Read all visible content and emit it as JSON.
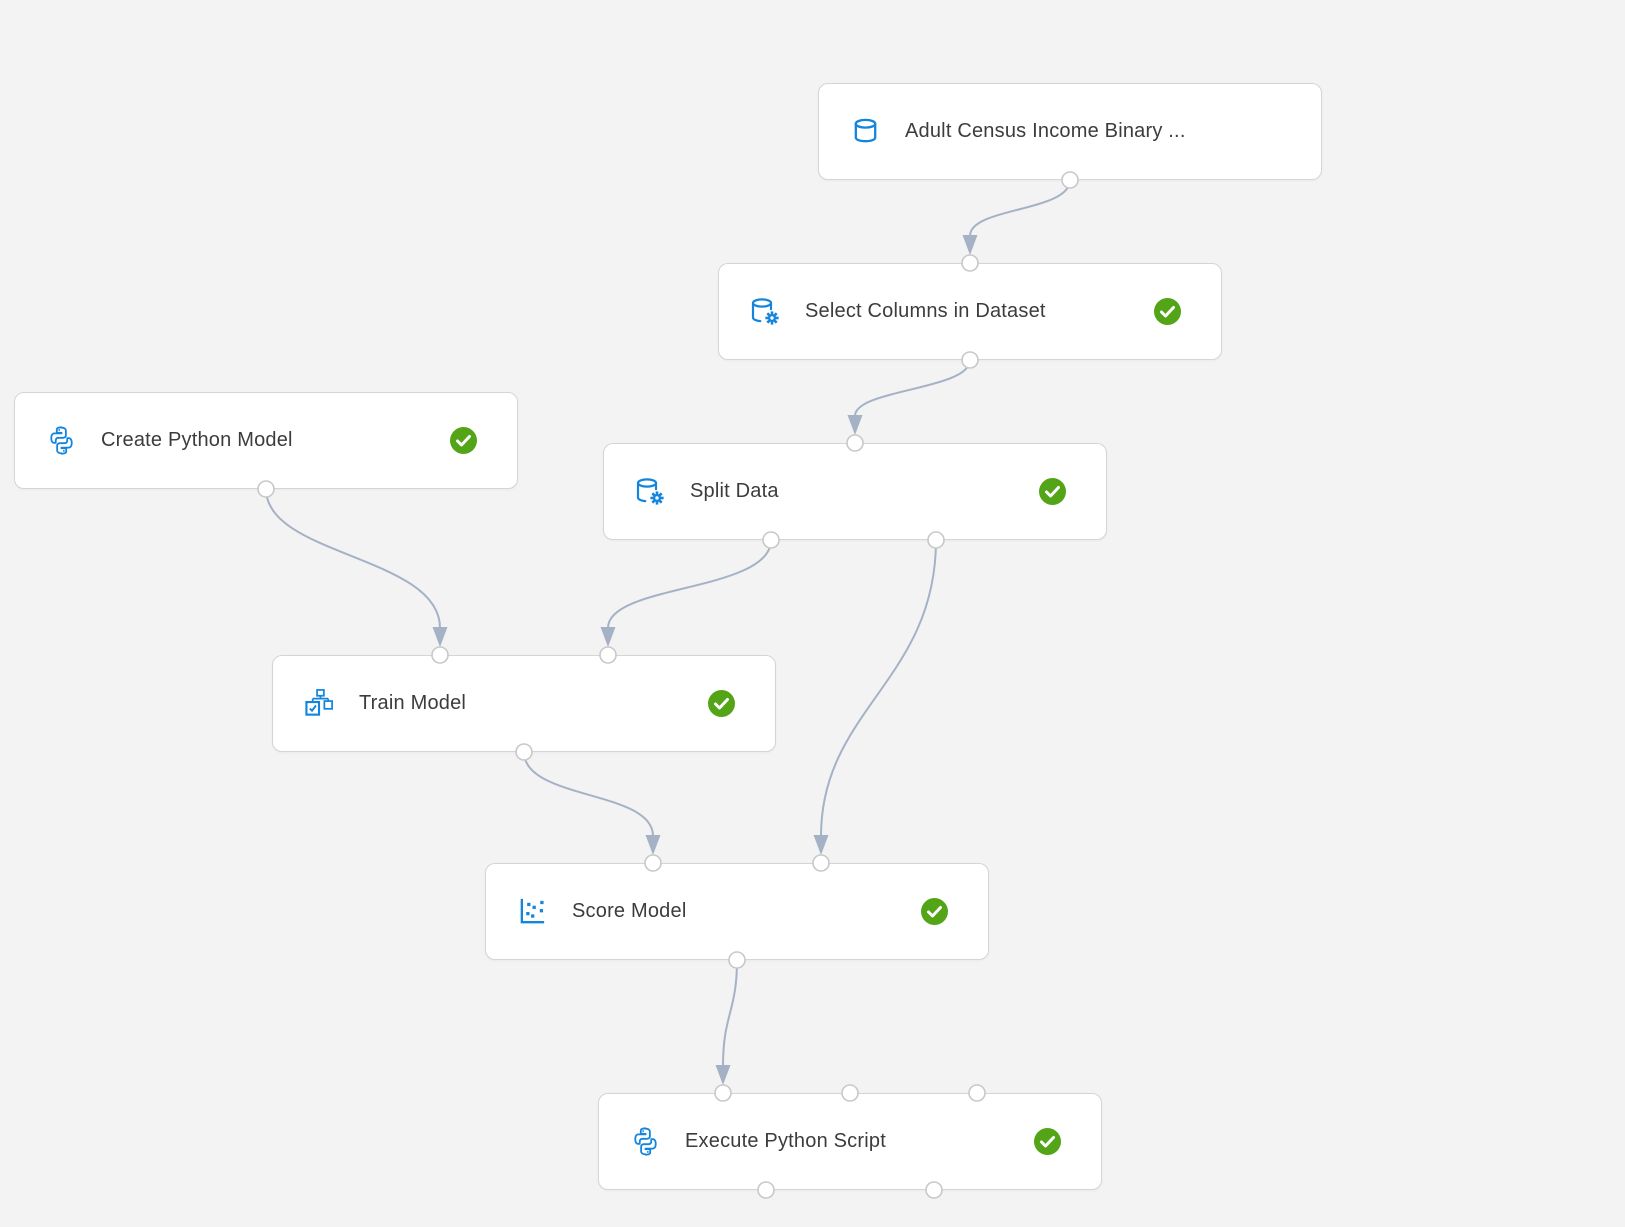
{
  "colors": {
    "canvas-bg": "#f3f3f3",
    "node-bg": "#ffffff",
    "node-border": "#d5d5d5",
    "icon-blue": "#1485dd",
    "status-green": "#53a417",
    "connector": "#a5b2c5",
    "port-border": "#c8c8c8",
    "label-text": "#3c3c3c"
  },
  "pipeline": {
    "nodes": [
      {
        "id": "dataset",
        "label": "Adult Census Income Binary ...",
        "icon": "database-icon",
        "status": ""
      },
      {
        "id": "select-columns",
        "label": "Select Columns in Dataset",
        "icon": "database-gear-icon",
        "status": "completed"
      },
      {
        "id": "create-python-model",
        "label": "Create Python Model",
        "icon": "python-icon",
        "status": "completed"
      },
      {
        "id": "split-data",
        "label": "Split Data",
        "icon": "database-gear-icon",
        "status": "completed"
      },
      {
        "id": "train-model",
        "label": "Train Model",
        "icon": "train-model-icon",
        "status": "completed"
      },
      {
        "id": "score-model",
        "label": "Score Model",
        "icon": "scatter-plot-icon",
        "status": "completed"
      },
      {
        "id": "execute-python-script",
        "label": "Execute Python Script",
        "icon": "python-icon",
        "status": "completed"
      }
    ],
    "edges": [
      {
        "from": "dataset",
        "from_port": "output",
        "to": "select-columns",
        "to_port": "input"
      },
      {
        "from": "select-columns",
        "from_port": "output",
        "to": "split-data",
        "to_port": "input"
      },
      {
        "from": "create-python-model",
        "from_port": "output",
        "to": "train-model",
        "to_port": "input-1"
      },
      {
        "from": "split-data",
        "from_port": "output-1",
        "to": "train-model",
        "to_port": "input-2"
      },
      {
        "from": "split-data",
        "from_port": "output-2",
        "to": "score-model",
        "to_port": "input-2"
      },
      {
        "from": "train-model",
        "from_port": "output",
        "to": "score-model",
        "to_port": "input-1"
      },
      {
        "from": "score-model",
        "from_port": "output",
        "to": "execute-python-script",
        "to_port": "input-1"
      }
    ]
  }
}
